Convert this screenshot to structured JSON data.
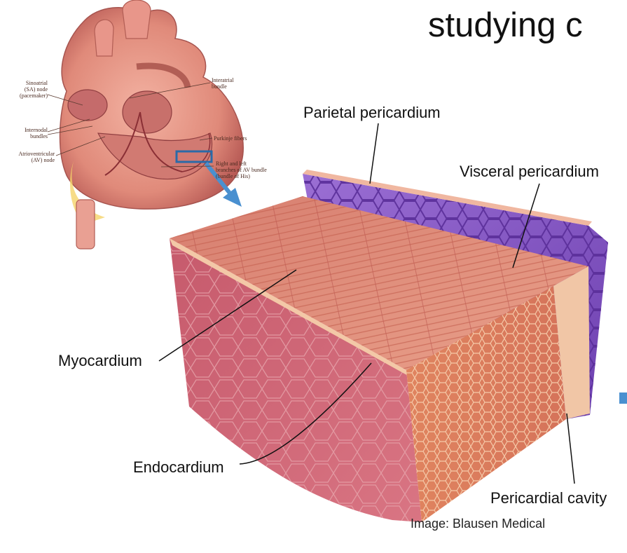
{
  "title": "studying c",
  "heart_inset": {
    "labels": {
      "sa_node": "Sinoatrial\n(SA) node\n(pacemaker)",
      "internodal": "Internodal\nbundles",
      "av_node": "Atrioventricular\n(AV) node",
      "interatrial": "Interatrial\nbundle",
      "purkinje": "Purkinje fibers",
      "bundle_branches": "Right and left\nbranches of AV bundle\n(bundle of His)"
    }
  },
  "tissue_block": {
    "labels": {
      "parietal": "Parietal pericardium",
      "visceral": "Visceral pericardium",
      "myocardium": "Myocardium",
      "endocardium": "Endocardium",
      "cavity": "Pericardial cavity"
    }
  },
  "credit": "Image: Blausen Medical",
  "colors": {
    "muscle": "#d98a7a",
    "muscle_dark": "#b8505a",
    "endo_face": "#c9606e",
    "pericardium": "#8a5ac8",
    "heart": "#e89888",
    "arrow": "#4a90d0",
    "box": "#2a6aa8"
  }
}
